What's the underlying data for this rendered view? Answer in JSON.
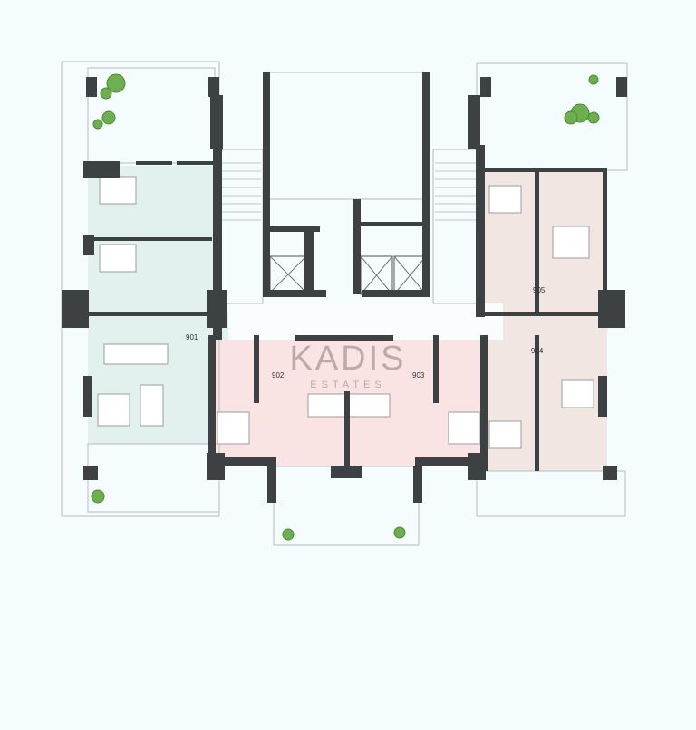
{
  "plan": {
    "units": [
      {
        "id": "901",
        "color": "#e2f1ee"
      },
      {
        "id": "902",
        "color": "#f9e4e3"
      },
      {
        "id": "903",
        "color": "#f9e4e3"
      },
      {
        "id": "904",
        "color": "#f2e6e2"
      },
      {
        "id": "905",
        "color": "#f2e6e2"
      }
    ],
    "wall_color": "#3e4144",
    "plant_color": "#6fae4f",
    "watermark": {
      "main": "KADIS",
      "sub": "ESTATES"
    }
  }
}
